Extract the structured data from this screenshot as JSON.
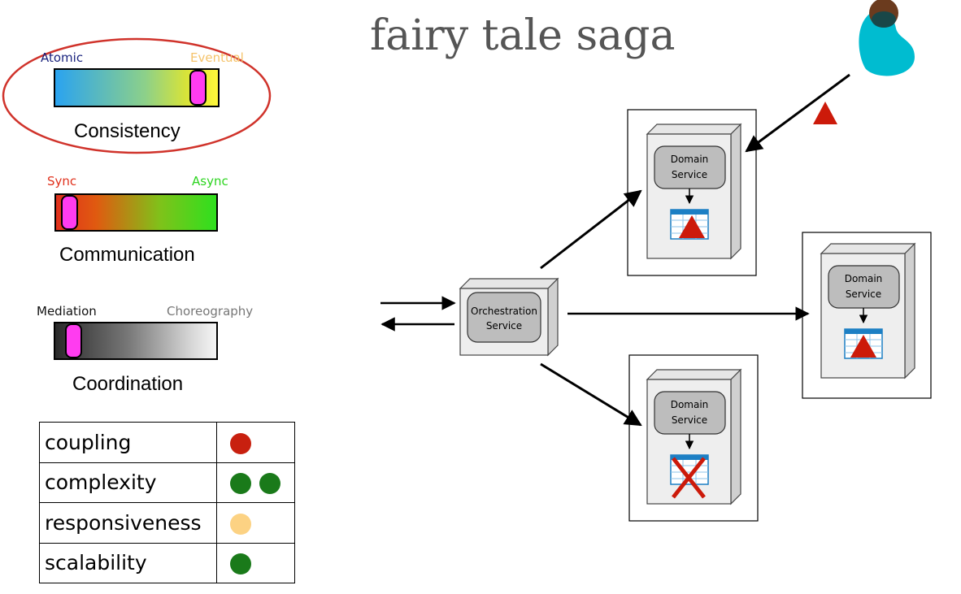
{
  "title": "fairy tale saga",
  "scales": {
    "consistency": {
      "left_label": "Atomic",
      "right_label": "Eventual",
      "caption": "Consistency",
      "left_color": "#1a237e",
      "right_color": "#f5c36b",
      "level": 0.88,
      "highlighted": true,
      "highlight_color": "#d0332b"
    },
    "communication": {
      "left_label": "Sync",
      "right_label": "Async",
      "caption": "Communication",
      "left_color": "#e0311c",
      "right_color": "#2bd41e",
      "level": 0.08
    },
    "coordination": {
      "left_label": "Mediation",
      "right_label": "Choreography",
      "caption": "Coordination",
      "left_color": "#111111",
      "right_color": "#777777",
      "level": 0.12
    }
  },
  "metrics": [
    {
      "name": "coupling",
      "dots": [
        "#c8200f"
      ]
    },
    {
      "name": "complexity",
      "dots": [
        "#1a7a1a",
        "#1a7a1a"
      ]
    },
    {
      "name": "responsiveness",
      "dots": [
        "#fcd283"
      ]
    },
    {
      "name": "scalability",
      "dots": [
        "#1a7a1a"
      ]
    }
  ],
  "diagram": {
    "orchestrator_label_1": "Orchestration",
    "orchestrator_label_2": "Service",
    "service_label_1": "Domain",
    "service_label_2": "Service",
    "services": [
      {
        "id": "top",
        "db_state": "warning"
      },
      {
        "id": "middle",
        "db_state": "warning"
      },
      {
        "id": "bottom",
        "db_state": "failed"
      }
    ]
  },
  "colors": {
    "fairy_body": "#00bcd0",
    "fairy_head": "#6b3b1e",
    "warning": "#cc1a0a",
    "db_blue": "#1c7fc4"
  }
}
